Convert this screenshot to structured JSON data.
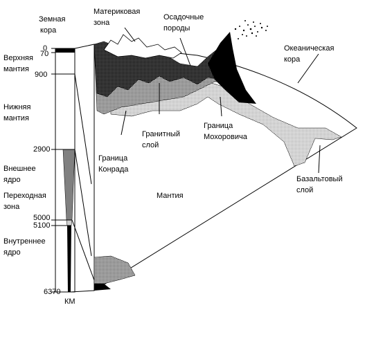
{
  "labels": {
    "zemnaya_kora": [
      "Земная",
      "кора"
    ],
    "verkhnyaya_mantiya": [
      "Верхняя",
      "мантия"
    ],
    "nizhnyaya_mantiya": [
      "Нижняя",
      "мантия"
    ],
    "vneshnee_yadro": [
      "Внешнее",
      "ядро"
    ],
    "perekhodnaya_zona": [
      "Переходная",
      "зона"
    ],
    "vnutrennee_yadro": [
      "Внутреннее",
      "ядро"
    ],
    "materikovaya_zona": [
      "Материковая",
      "зона"
    ],
    "osadochnye_porody": [
      "Осадочные",
      "породы"
    ],
    "okeanicheskaya_kora": [
      "Океаническая",
      "кора"
    ],
    "granitny_sloy": [
      "Гранитный",
      "слой"
    ],
    "granitsa_mokhorovicha": [
      "Граница",
      "Мохоровича"
    ],
    "granitsa_konrada": [
      "Граница",
      "Конрада"
    ],
    "mantiya": "Мантия",
    "bazaltovy_sloy": [
      "Базальтовый",
      "слой"
    ]
  },
  "depth_scale": {
    "ticks": [
      "0",
      "70",
      "900",
      "2900",
      "5000",
      "5100",
      "6370"
    ],
    "unit": "КМ"
  },
  "colors": {
    "line": "#000000",
    "fill_dark": "#555555",
    "fill_mid": "#8c8c8c",
    "fill_light": "#c8c8c8",
    "fill_black": "#000000"
  }
}
